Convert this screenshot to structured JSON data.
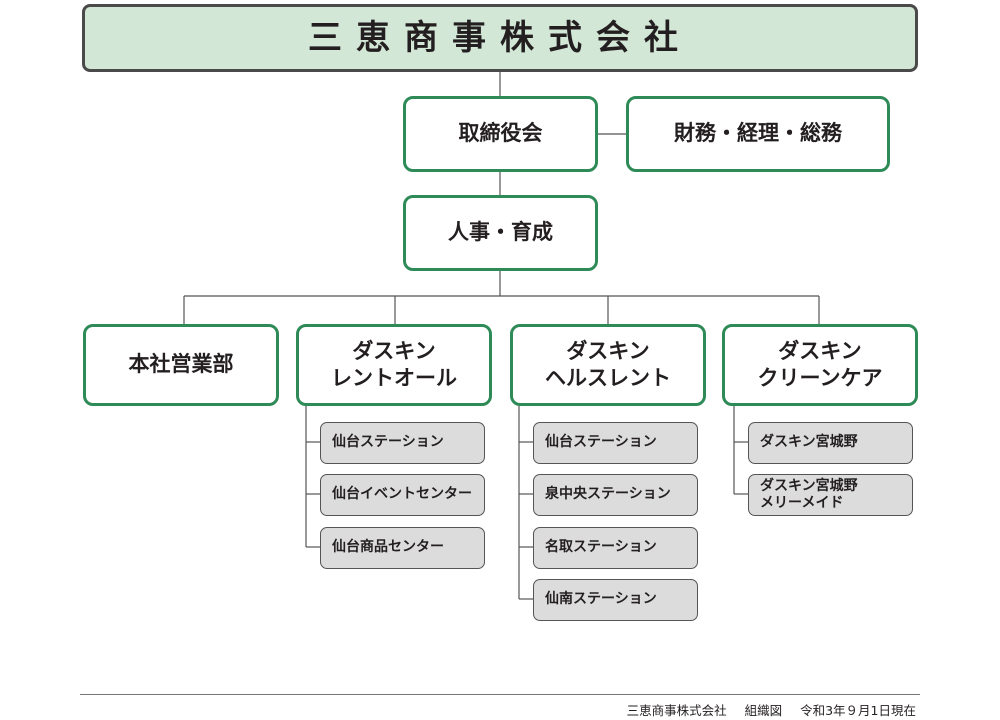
{
  "company": "三恵商事株式会社",
  "board": "取締役会",
  "finance": "財務・経理・総務",
  "hr": "人事・育成",
  "departments": [
    {
      "name": "本社営業部",
      "units": []
    },
    {
      "name": "ダスキン\nレントオール",
      "units": [
        "仙台ステーション",
        "仙台イベントセンター",
        "仙台商品センター"
      ]
    },
    {
      "name": "ダスキン\nヘルスレント",
      "units": [
        "仙台ステーション",
        "泉中央ステーション",
        "名取ステーション",
        "仙南ステーション"
      ]
    },
    {
      "name": "ダスキン\nクリーンケア",
      "units": [
        "ダスキン宮城野",
        "ダスキン宮城野\nメリーメイド"
      ]
    }
  ],
  "footer": {
    "company": "三恵商事株式会社",
    "title": "組織図",
    "date": "令和3年９月1日現在"
  },
  "colors": {
    "header_fill": "#d3e7d7",
    "box_border": "#2e8b57",
    "unit_fill": "#dcdcdc",
    "line": "#555555"
  }
}
